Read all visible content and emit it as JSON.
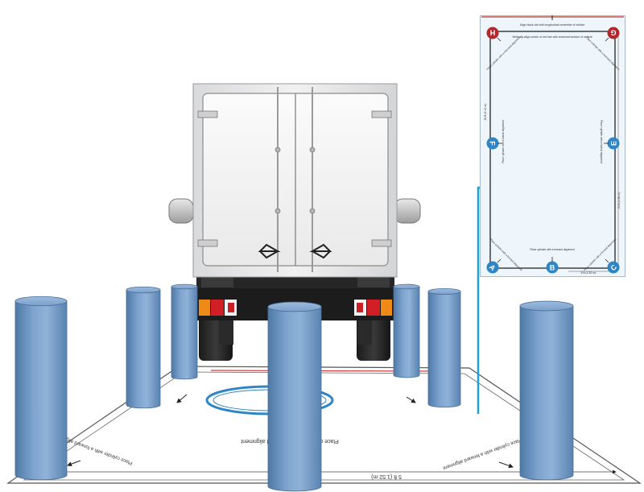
{
  "markers": {
    "A": "A",
    "B": "B",
    "C": "C",
    "E": "E",
    "F": "F",
    "G": "G",
    "H": "H"
  },
  "inset_notes": {
    "top_align": "Align black dot with longitudinal centerline of vehicle",
    "top_place": "Vertically align center of red line with rearmost surface of vehicle",
    "corner_tl": "Place cylinder with a rearward alignment",
    "corner_tr": "Place cylinder with a rearward alignment",
    "side_left": "Place cylinder with a lateral alignment",
    "side_right": "Place cylinder with a lateral alignment",
    "bottom_mid": "Place cylinder with a forward alignment",
    "corner_bl": "Place cylinder with a forward alignment",
    "corner_br": "Place cylinder with a forward alignment"
  },
  "dimensions": {
    "left_vertical": "20 ft (6.10 m)",
    "right_vertical": "16 ft (4.88 m)",
    "bottom": "5 ft (1.52 m)",
    "floor_bottom": "5 ft (1.52 m)"
  },
  "floor_labels": {
    "center": "Place cylinder with a forward alignment",
    "left": "Place cylinder with a forward alignment",
    "right": "Place cylinder with a forward alignment"
  },
  "colors": {
    "cylinder": "#7a9fc9",
    "marker_blue": "#2f86c6",
    "marker_red": "#b3282d",
    "arrow": "#1aa3d9",
    "inset_bg": "#eef5fb"
  }
}
